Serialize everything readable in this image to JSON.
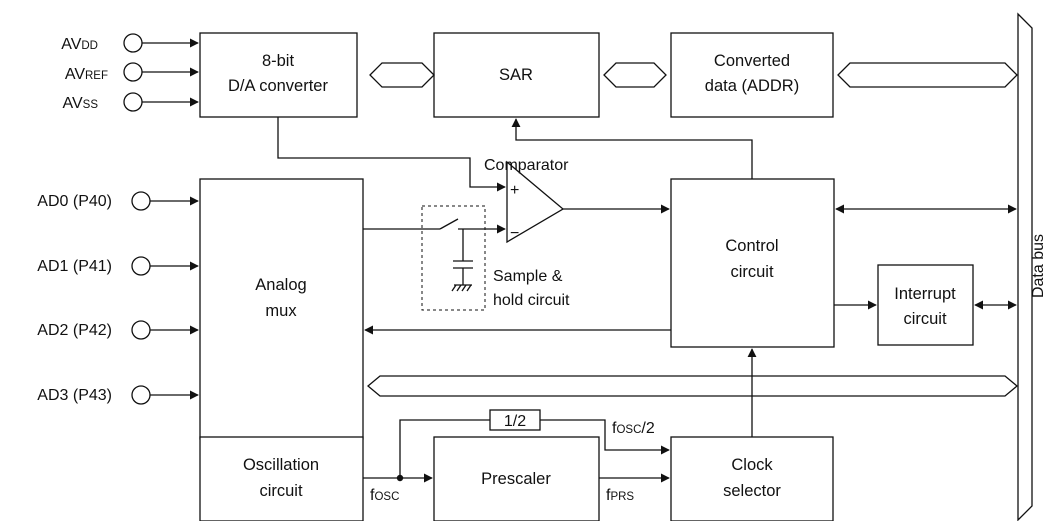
{
  "pins": {
    "avdd": {
      "main": "AV",
      "sub": "DD"
    },
    "avref": {
      "main": "AV",
      "sub": "REF"
    },
    "avss": {
      "main": "AV",
      "sub": "SS"
    },
    "ad0": "AD0 (P40)",
    "ad1": "AD1 (P41)",
    "ad2": "AD2 (P42)",
    "ad3": "AD3 (P43)"
  },
  "blocks": {
    "dac": [
      "8-bit",
      "D/A converter"
    ],
    "sar": "SAR",
    "addr": [
      "Converted",
      "data (ADDR)"
    ],
    "mux": [
      "Analog",
      "mux"
    ],
    "control": [
      "Control",
      "circuit"
    ],
    "interrupt": [
      "Interrupt",
      "circuit"
    ],
    "oscillation": [
      "Oscillation",
      "circuit"
    ],
    "prescaler": "Prescaler",
    "selector": [
      "Clock",
      "selector"
    ],
    "divider": "1/2"
  },
  "labels": {
    "comparator": "Comparator",
    "plus": "+",
    "minus": "−",
    "sample_hold": [
      "Sample &",
      "hold circuit"
    ],
    "databus": "Data bus",
    "fosc": {
      "main": "f",
      "sub": "OSC"
    },
    "fosc_half": {
      "main": "f",
      "sub": "OSC",
      "suffix": "/2"
    },
    "fprs": {
      "main": "f",
      "sub": "PRS"
    }
  }
}
